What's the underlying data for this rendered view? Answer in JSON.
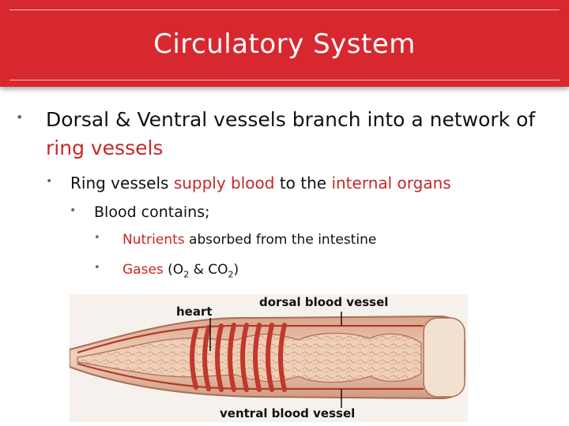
{
  "slide": {
    "title": "Circulatory System",
    "bullet1": {
      "part1": "Dorsal & Ventral vessels branch into a network of ",
      "highlight": "ring vessels"
    },
    "bullet2": {
      "part1": "Ring vessels ",
      "highlight1": "supply blood",
      "part2": " to the ",
      "highlight2": "internal organs"
    },
    "bullet3": "Blood contains;",
    "bullet4": {
      "highlight": "Nutrients",
      "rest": " absorbed from the intestine"
    },
    "bullet5": {
      "highlight": "Gases",
      "open": " (O",
      "sub1": "2",
      "mid": " & CO",
      "sub2": "2",
      "close": ")"
    },
    "bullet_glyph": "•"
  },
  "figure": {
    "labels": {
      "heart": "heart",
      "dorsal": "dorsal blood vessel",
      "ventral": "ventral blood vessel"
    }
  },
  "colors": {
    "title_bar": "#d8282f",
    "highlight_text": "#c62828",
    "worm_body": "#e9c2a6",
    "ring_vessel": "#c0392b"
  }
}
